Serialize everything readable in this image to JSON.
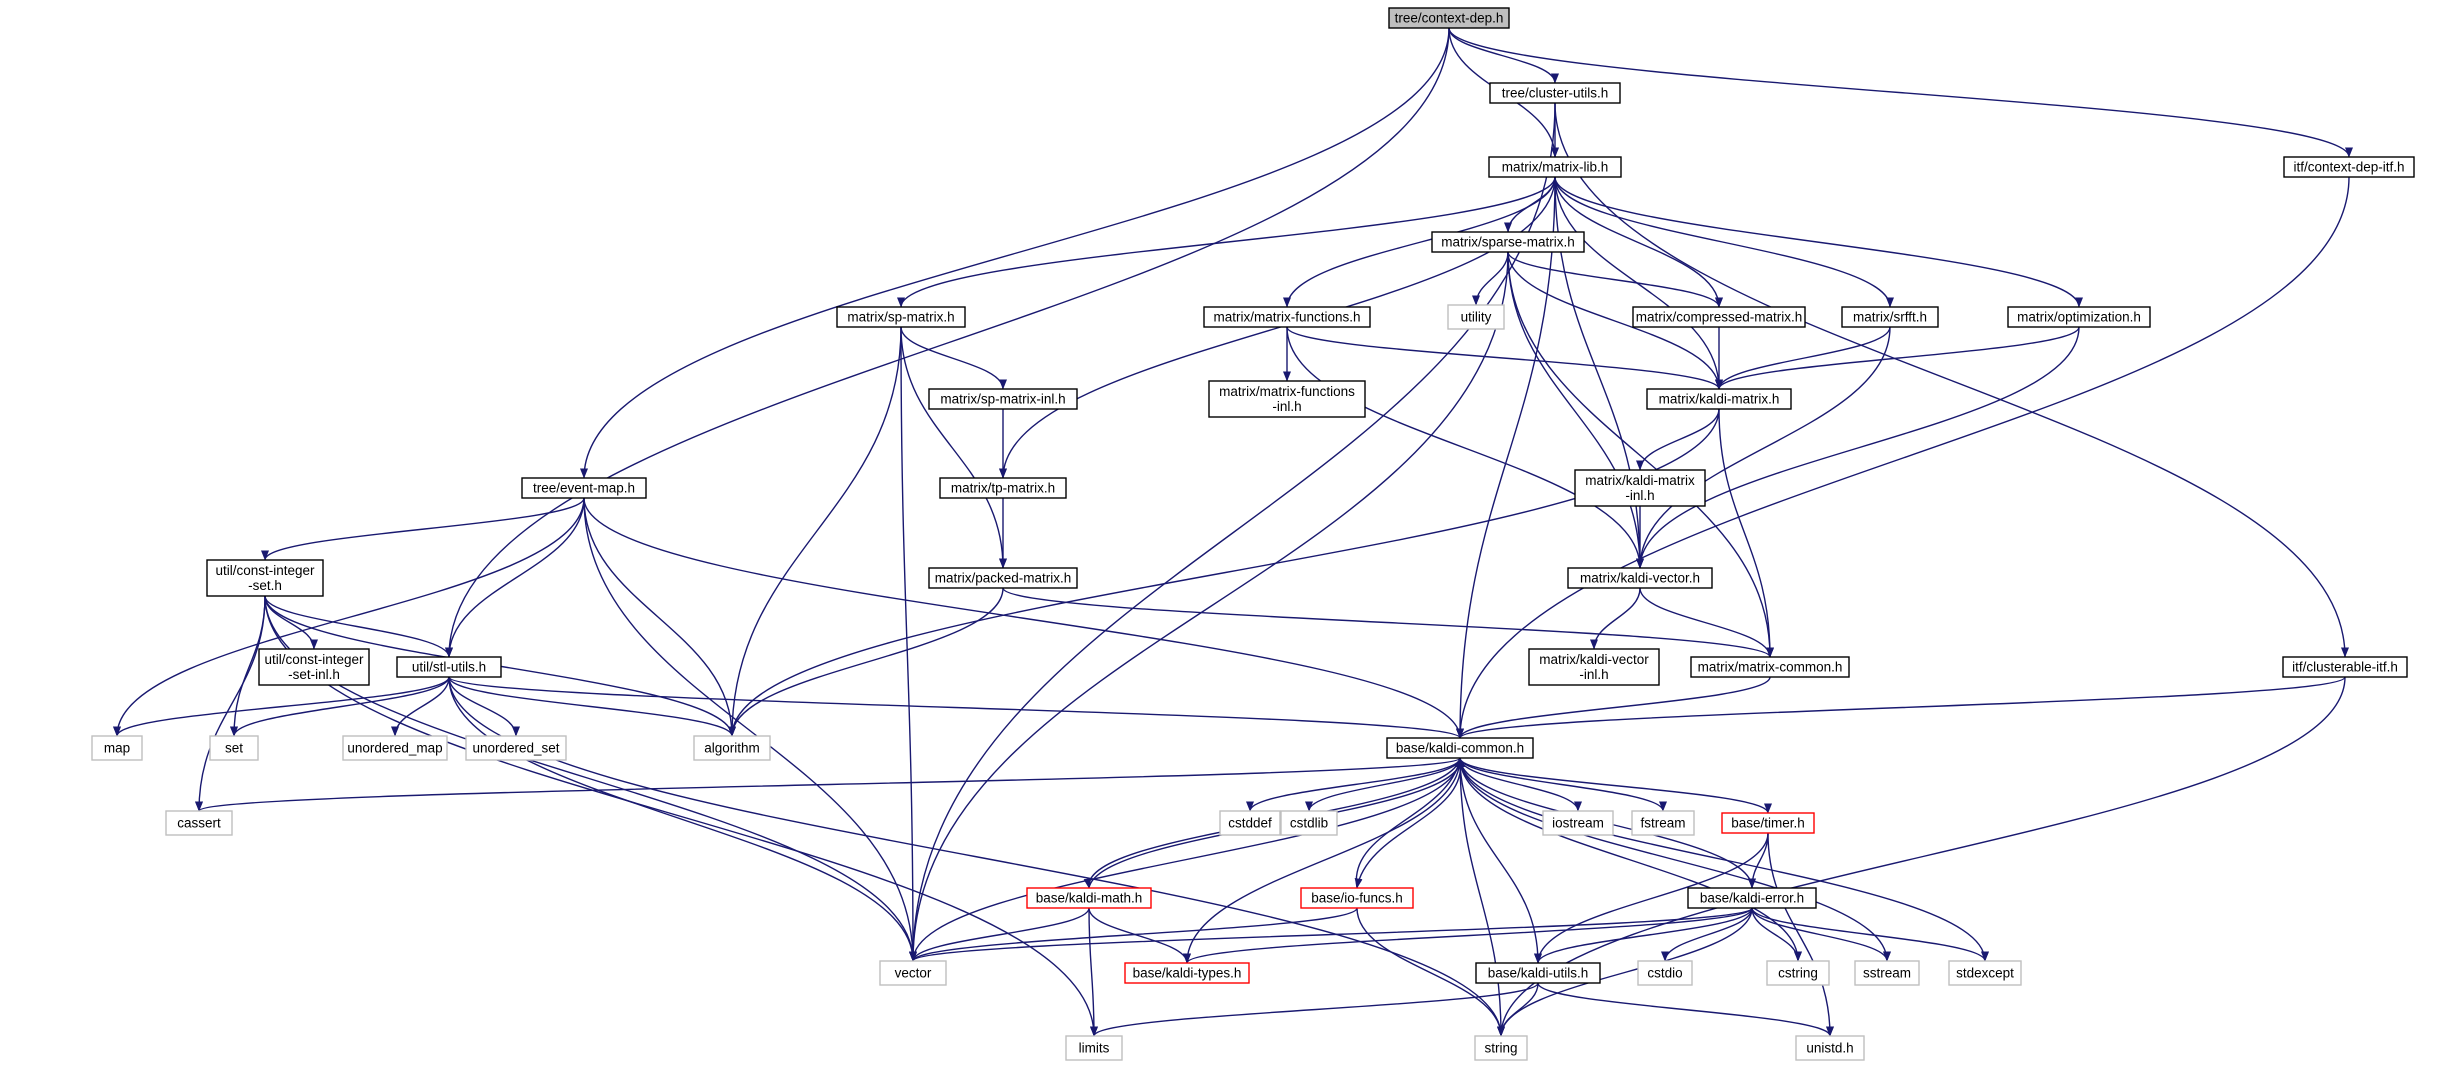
{
  "nodes": [
    {
      "id": "context-dep",
      "label": "tree/context-dep.h",
      "style": "main"
    },
    {
      "id": "cluster-utils",
      "label": "tree/cluster-utils.h",
      "style": "norm"
    },
    {
      "id": "context-dep-itf",
      "label": "itf/context-dep-itf.h",
      "style": "norm"
    },
    {
      "id": "matrix-lib",
      "label": "matrix/matrix-lib.h",
      "style": "norm"
    },
    {
      "id": "sparse-matrix",
      "label": "matrix/sparse-matrix.h",
      "style": "norm"
    },
    {
      "id": "sp-matrix",
      "label": "matrix/sp-matrix.h",
      "style": "norm"
    },
    {
      "id": "matrix-functions",
      "label": "matrix/matrix-functions.h",
      "style": "norm"
    },
    {
      "id": "utility",
      "label": "utility",
      "style": "sys"
    },
    {
      "id": "compressed-matrix",
      "label": "matrix/compressed-matrix.h",
      "style": "norm"
    },
    {
      "id": "srfft",
      "label": "matrix/srfft.h",
      "style": "norm"
    },
    {
      "id": "optimization",
      "label": "matrix/optimization.h",
      "style": "norm"
    },
    {
      "id": "sp-matrix-inl",
      "label": "matrix/sp-matrix-inl.h",
      "style": "norm"
    },
    {
      "id": "matrix-functions-inl",
      "label": [
        "matrix/matrix-functions",
        "-inl.h"
      ],
      "style": "norm"
    },
    {
      "id": "kaldi-matrix",
      "label": "matrix/kaldi-matrix.h",
      "style": "norm"
    },
    {
      "id": "event-map",
      "label": "tree/event-map.h",
      "style": "norm"
    },
    {
      "id": "tp-matrix",
      "label": "matrix/tp-matrix.h",
      "style": "norm"
    },
    {
      "id": "kaldi-matrix-inl",
      "label": [
        "matrix/kaldi-matrix",
        "-inl.h"
      ],
      "style": "norm"
    },
    {
      "id": "const-integer-set",
      "label": [
        "util/const-integer",
        "-set.h"
      ],
      "style": "norm"
    },
    {
      "id": "packed-matrix",
      "label": "matrix/packed-matrix.h",
      "style": "norm"
    },
    {
      "id": "kaldi-vector",
      "label": "matrix/kaldi-vector.h",
      "style": "norm"
    },
    {
      "id": "const-integer-set-inl",
      "label": [
        "util/const-integer",
        "-set-inl.h"
      ],
      "style": "norm"
    },
    {
      "id": "stl-utils",
      "label": "util/stl-utils.h",
      "style": "norm"
    },
    {
      "id": "kaldi-vector-inl",
      "label": [
        "matrix/kaldi-vector",
        "-inl.h"
      ],
      "style": "norm"
    },
    {
      "id": "matrix-common",
      "label": "matrix/matrix-common.h",
      "style": "norm"
    },
    {
      "id": "clusterable-itf",
      "label": "itf/clusterable-itf.h",
      "style": "norm"
    },
    {
      "id": "map",
      "label": "map",
      "style": "sys"
    },
    {
      "id": "set",
      "label": "set",
      "style": "sys"
    },
    {
      "id": "unordered_map",
      "label": "unordered_map",
      "style": "sys"
    },
    {
      "id": "unordered_set",
      "label": "unordered_set",
      "style": "sys"
    },
    {
      "id": "algorithm",
      "label": "algorithm",
      "style": "sys"
    },
    {
      "id": "kaldi-common",
      "label": "base/kaldi-common.h",
      "style": "norm"
    },
    {
      "id": "cassert",
      "label": "cassert",
      "style": "sys"
    },
    {
      "id": "cstddef",
      "label": "cstddef",
      "style": "sys"
    },
    {
      "id": "cstdlib",
      "label": "cstdlib",
      "style": "sys"
    },
    {
      "id": "iostream",
      "label": "iostream",
      "style": "sys"
    },
    {
      "id": "fstream",
      "label": "fstream",
      "style": "sys"
    },
    {
      "id": "timer",
      "label": "base/timer.h",
      "style": "red"
    },
    {
      "id": "kaldi-math",
      "label": "base/kaldi-math.h",
      "style": "red"
    },
    {
      "id": "io-funcs",
      "label": "base/io-funcs.h",
      "style": "red"
    },
    {
      "id": "kaldi-error",
      "label": "base/kaldi-error.h",
      "style": "norm"
    },
    {
      "id": "vector",
      "label": "vector",
      "style": "sys"
    },
    {
      "id": "kaldi-types",
      "label": "base/kaldi-types.h",
      "style": "red"
    },
    {
      "id": "kaldi-utils",
      "label": "base/kaldi-utils.h",
      "style": "norm"
    },
    {
      "id": "cstdio",
      "label": "cstdio",
      "style": "sys"
    },
    {
      "id": "cstring",
      "label": "cstring",
      "style": "sys"
    },
    {
      "id": "sstream",
      "label": "sstream",
      "style": "sys"
    },
    {
      "id": "stdexcept",
      "label": "stdexcept",
      "style": "sys"
    },
    {
      "id": "limits",
      "label": "limits",
      "style": "sys"
    },
    {
      "id": "string",
      "label": "string",
      "style": "sys"
    },
    {
      "id": "unistd",
      "label": "unistd.h",
      "style": "sys"
    }
  ],
  "edges": [
    [
      "context-dep",
      "cluster-utils"
    ],
    [
      "context-dep",
      "matrix-lib"
    ],
    [
      "context-dep",
      "event-map"
    ],
    [
      "context-dep",
      "stl-utils"
    ],
    [
      "context-dep",
      "context-dep-itf"
    ],
    [
      "cluster-utils",
      "matrix-lib"
    ],
    [
      "cluster-utils",
      "vector"
    ],
    [
      "cluster-utils",
      "clusterable-itf"
    ],
    [
      "context-dep-itf",
      "kaldi-common"
    ],
    [
      "matrix-lib",
      "sparse-matrix"
    ],
    [
      "matrix-lib",
      "sp-matrix"
    ],
    [
      "matrix-lib",
      "matrix-functions"
    ],
    [
      "matrix-lib",
      "compressed-matrix"
    ],
    [
      "matrix-lib",
      "srfft"
    ],
    [
      "matrix-lib",
      "optimization"
    ],
    [
      "matrix-lib",
      "tp-matrix"
    ],
    [
      "matrix-lib",
      "kaldi-matrix"
    ],
    [
      "matrix-lib",
      "kaldi-vector"
    ],
    [
      "matrix-lib",
      "kaldi-common"
    ],
    [
      "sparse-matrix",
      "utility"
    ],
    [
      "sparse-matrix",
      "compressed-matrix"
    ],
    [
      "sparse-matrix",
      "kaldi-matrix"
    ],
    [
      "sparse-matrix",
      "kaldi-vector"
    ],
    [
      "sparse-matrix",
      "vector"
    ],
    [
      "sparse-matrix",
      "matrix-common"
    ],
    [
      "sp-matrix",
      "sp-matrix-inl"
    ],
    [
      "sp-matrix",
      "packed-matrix"
    ],
    [
      "sp-matrix",
      "algorithm"
    ],
    [
      "sp-matrix",
      "vector"
    ],
    [
      "sp-matrix-inl",
      "tp-matrix"
    ],
    [
      "tp-matrix",
      "packed-matrix"
    ],
    [
      "packed-matrix",
      "algorithm"
    ],
    [
      "packed-matrix",
      "matrix-common"
    ],
    [
      "matrix-functions",
      "matrix-functions-inl"
    ],
    [
      "matrix-functions",
      "kaldi-matrix"
    ],
    [
      "matrix-functions",
      "kaldi-vector"
    ],
    [
      "compressed-matrix",
      "kaldi-matrix"
    ],
    [
      "srfft",
      "kaldi-matrix"
    ],
    [
      "srfft",
      "kaldi-vector"
    ],
    [
      "optimization",
      "kaldi-matrix"
    ],
    [
      "optimization",
      "kaldi-vector"
    ],
    [
      "kaldi-matrix",
      "kaldi-matrix-inl"
    ],
    [
      "kaldi-matrix",
      "matrix-common"
    ],
    [
      "kaldi-matrix",
      "algorithm"
    ],
    [
      "kaldi-matrix-inl",
      "kaldi-vector"
    ],
    [
      "kaldi-vector",
      "kaldi-vector-inl"
    ],
    [
      "kaldi-vector",
      "matrix-common"
    ],
    [
      "matrix-common",
      "kaldi-common"
    ],
    [
      "event-map",
      "const-integer-set"
    ],
    [
      "event-map",
      "stl-utils"
    ],
    [
      "event-map",
      "map"
    ],
    [
      "event-map",
      "algorithm"
    ],
    [
      "event-map",
      "vector"
    ],
    [
      "event-map",
      "kaldi-common"
    ],
    [
      "const-integer-set",
      "const-integer-set-inl"
    ],
    [
      "const-integer-set",
      "stl-utils"
    ],
    [
      "const-integer-set",
      "set"
    ],
    [
      "const-integer-set",
      "cassert"
    ],
    [
      "const-integer-set",
      "vector"
    ],
    [
      "const-integer-set",
      "algorithm"
    ],
    [
      "const-integer-set",
      "limits"
    ],
    [
      "stl-utils",
      "map"
    ],
    [
      "stl-utils",
      "set"
    ],
    [
      "stl-utils",
      "unordered_map"
    ],
    [
      "stl-utils",
      "unordered_set"
    ],
    [
      "stl-utils",
      "algorithm"
    ],
    [
      "stl-utils",
      "vector"
    ],
    [
      "stl-utils",
      "string"
    ],
    [
      "stl-utils",
      "kaldi-common"
    ],
    [
      "clusterable-itf",
      "kaldi-common"
    ],
    [
      "clusterable-itf",
      "string"
    ],
    [
      "kaldi-common",
      "cassert"
    ],
    [
      "kaldi-common",
      "cstddef"
    ],
    [
      "kaldi-common",
      "cstdlib"
    ],
    [
      "kaldi-common",
      "iostream"
    ],
    [
      "kaldi-common",
      "fstream"
    ],
    [
      "kaldi-common",
      "timer"
    ],
    [
      "kaldi-common",
      "kaldi-math"
    ],
    [
      "kaldi-common",
      "io-funcs"
    ],
    [
      "kaldi-common",
      "kaldi-error"
    ],
    [
      "kaldi-common",
      "vector"
    ],
    [
      "kaldi-common",
      "kaldi-types"
    ],
    [
      "kaldi-common",
      "kaldi-utils"
    ],
    [
      "kaldi-common",
      "cstring"
    ],
    [
      "kaldi-common",
      "sstream"
    ],
    [
      "kaldi-common",
      "stdexcept"
    ],
    [
      "kaldi-common",
      "string"
    ],
    [
      "timer",
      "kaldi-error"
    ],
    [
      "timer",
      "kaldi-utils"
    ],
    [
      "timer",
      "unistd"
    ],
    [
      "kaldi-math",
      "kaldi-common"
    ],
    [
      "kaldi-math",
      "vector"
    ],
    [
      "kaldi-math",
      "kaldi-types"
    ],
    [
      "kaldi-math",
      "limits"
    ],
    [
      "io-funcs",
      "kaldi-common"
    ],
    [
      "io-funcs",
      "vector"
    ],
    [
      "io-funcs",
      "string"
    ],
    [
      "kaldi-error",
      "vector"
    ],
    [
      "kaldi-error",
      "kaldi-types"
    ],
    [
      "kaldi-error",
      "kaldi-utils"
    ],
    [
      "kaldi-error",
      "cstdio"
    ],
    [
      "kaldi-error",
      "cstring"
    ],
    [
      "kaldi-error",
      "sstream"
    ],
    [
      "kaldi-error",
      "stdexcept"
    ],
    [
      "kaldi-error",
      "string"
    ],
    [
      "kaldi-utils",
      "limits"
    ],
    [
      "kaldi-utils",
      "string"
    ],
    [
      "kaldi-utils",
      "unistd"
    ]
  ]
}
